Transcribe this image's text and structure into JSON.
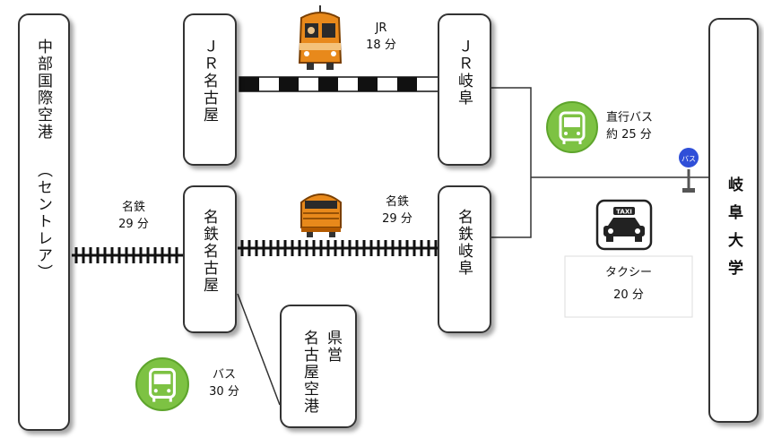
{
  "stations": {
    "centrair": {
      "line1": "中部国際空港",
      "line2": "（セントレア）"
    },
    "jr_nagoya": "ＪＲ名古屋",
    "jr_gifu": "ＪＲ岐阜",
    "meitetsu_nagoya": "名鉄名古屋",
    "meitetsu_gifu": "名鉄岐阜",
    "kenei_line1": "県営",
    "kenei_line2": "名古屋空港",
    "gifu_univ": "岐阜大学"
  },
  "routes": {
    "jr": {
      "line1": "JR",
      "line2": "18 分"
    },
    "meitetsu_airport": {
      "line1": "名鉄",
      "line2": "29 分"
    },
    "meitetsu_gifu": {
      "line1": "名鉄",
      "line2": "29 分"
    },
    "bus_direct": {
      "line1": "直行バス",
      "line2": "約 25 分"
    },
    "bus": {
      "line1": "バス",
      "line2": "30 分"
    },
    "taxi": {
      "line1": "タクシー",
      "line2": "20 分"
    }
  },
  "icons": {
    "taxi_sign": "TAXI",
    "bus_stop_sign": "バス"
  },
  "colors": {
    "bus_icon_green": "#7dc243",
    "train_orange": "#e8891b",
    "track_black": "#111111"
  }
}
